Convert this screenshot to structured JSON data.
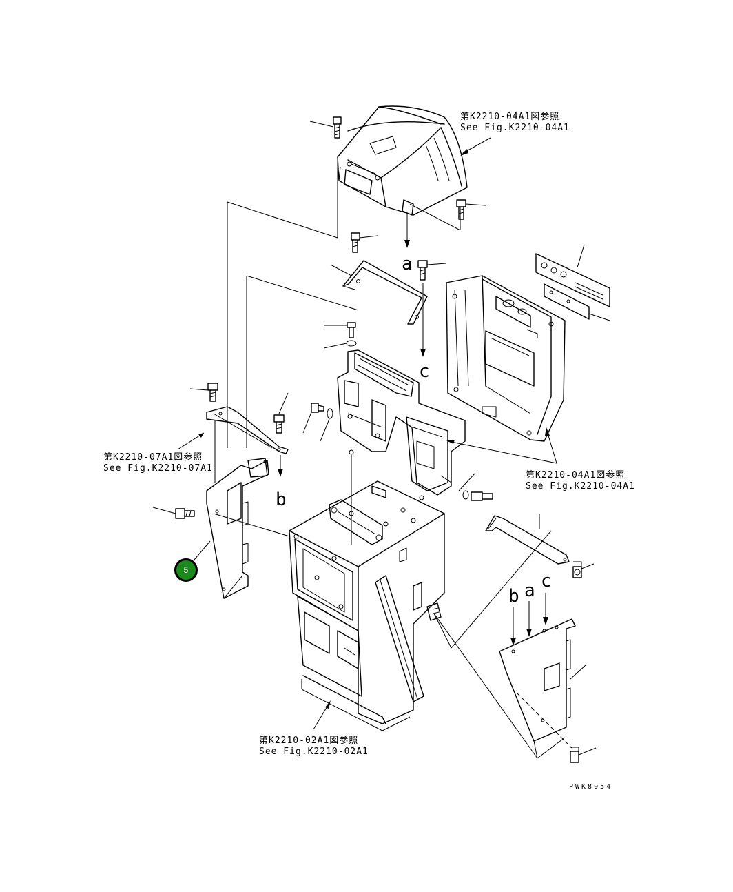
{
  "references": {
    "top_cover": {
      "jp": "第K2210-04A1図参照",
      "en": "See Fig.K2210-04A1"
    },
    "left_bracket": {
      "jp": "第K2210-07A1図参照",
      "en": "See Fig.K2210-07A1"
    },
    "right_panel": {
      "jp": "第K2210-04A1図参照",
      "en": "See Fig.K2210-04A1"
    },
    "base_frame": {
      "jp": "第K2210-02A1図参照",
      "en": "See Fig.K2210-02A1"
    }
  },
  "markers": {
    "a_upper": "a",
    "b_upper": "b",
    "c_upper": "c",
    "b_lower": "b",
    "a_lower": "a",
    "c_lower": "c"
  },
  "callout": {
    "number": "5",
    "color": "#1a8a1a"
  },
  "drawing_code": "PWK8954"
}
